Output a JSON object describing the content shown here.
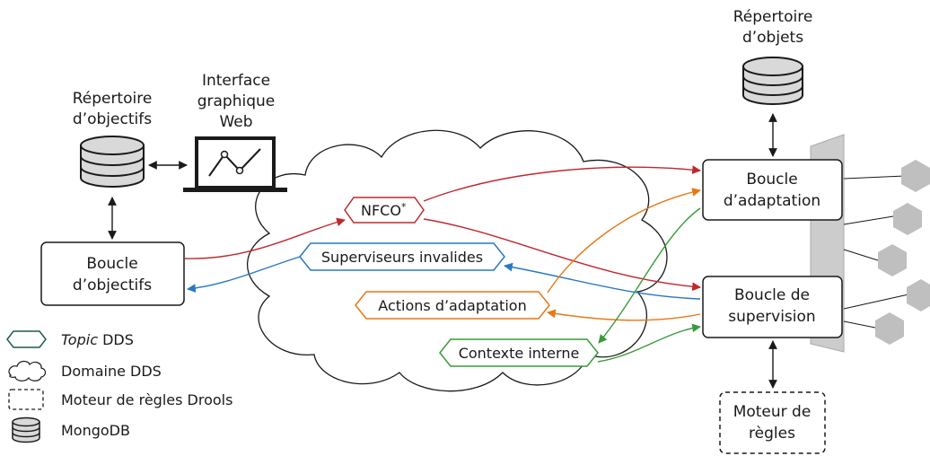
{
  "repo_objectifs": {
    "line1": "Répertoire",
    "line2": "d’objectifs"
  },
  "interface_web": {
    "line1": "Interface",
    "line2": "graphique",
    "line3": "Web"
  },
  "repo_objets": {
    "line1": "Répertoire",
    "line2": "d’objets"
  },
  "boucle_objectifs": {
    "line1": "Boucle",
    "line2": "d’objectifs"
  },
  "boucle_adaptation": {
    "line1": "Boucle",
    "line2": "d’adaptation"
  },
  "boucle_supervision": {
    "line1": "Boucle de",
    "line2": "supervision"
  },
  "moteur_regles": {
    "line1": "Moteur de",
    "line2": "règles"
  },
  "topics": {
    "nfco": "NFCO",
    "nfco_sup": "*",
    "superviseurs": "Superviseurs invalides",
    "actions": "Actions d’adaptation",
    "contexte": "Contexte interne"
  },
  "legend": {
    "topic_italic": "Topic",
    "topic_rest": " DDS",
    "domaine": "Domaine DDS",
    "moteur": "Moteur de règles Drools",
    "mongodb": "MongoDB"
  },
  "colors": {
    "red": "#c0282d",
    "blue": "#2878c3",
    "orange": "#e87716",
    "green": "#3a9a3a",
    "db_fill": "#d9d9d9",
    "hex_fill": "#bfbfbf",
    "legend_green": "#1f5c4f"
  }
}
